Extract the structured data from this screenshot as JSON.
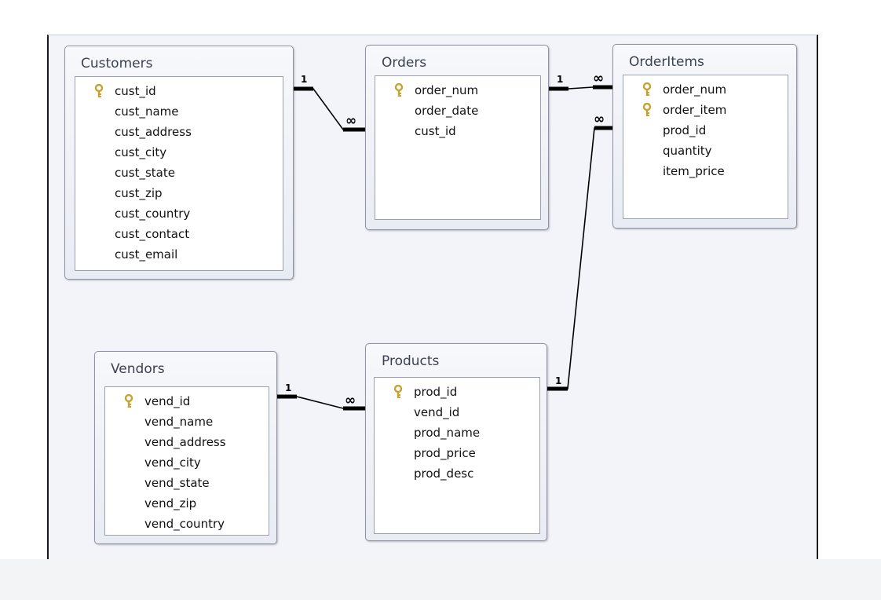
{
  "tables": {
    "customers": {
      "title": "Customers",
      "fields": [
        {
          "name": "cust_id",
          "key": true
        },
        {
          "name": "cust_name",
          "key": false
        },
        {
          "name": "cust_address",
          "key": false
        },
        {
          "name": "cust_city",
          "key": false
        },
        {
          "name": "cust_state",
          "key": false
        },
        {
          "name": "cust_zip",
          "key": false
        },
        {
          "name": "cust_country",
          "key": false
        },
        {
          "name": "cust_contact",
          "key": false
        },
        {
          "name": "cust_email",
          "key": false
        }
      ]
    },
    "orders": {
      "title": "Orders",
      "fields": [
        {
          "name": "order_num",
          "key": true
        },
        {
          "name": "order_date",
          "key": false
        },
        {
          "name": "cust_id",
          "key": false
        }
      ]
    },
    "orderitems": {
      "title": "OrderItems",
      "fields": [
        {
          "name": "order_num",
          "key": true
        },
        {
          "name": "order_item",
          "key": true
        },
        {
          "name": "prod_id",
          "key": false
        },
        {
          "name": "quantity",
          "key": false
        },
        {
          "name": "item_price",
          "key": false
        }
      ]
    },
    "vendors": {
      "title": "Vendors",
      "fields": [
        {
          "name": "vend_id",
          "key": true
        },
        {
          "name": "vend_name",
          "key": false
        },
        {
          "name": "vend_address",
          "key": false
        },
        {
          "name": "vend_city",
          "key": false
        },
        {
          "name": "vend_state",
          "key": false
        },
        {
          "name": "vend_zip",
          "key": false
        },
        {
          "name": "vend_country",
          "key": false
        }
      ]
    },
    "products": {
      "title": "Products",
      "fields": [
        {
          "name": "prod_id",
          "key": true
        },
        {
          "name": "vend_id",
          "key": false
        },
        {
          "name": "prod_name",
          "key": false
        },
        {
          "name": "prod_price",
          "key": false
        },
        {
          "name": "prod_desc",
          "key": false
        }
      ]
    }
  },
  "relationships": [
    {
      "id": "customers-orders",
      "from": "customers",
      "to": "orders",
      "from_card": "1",
      "to_card": "∞"
    },
    {
      "id": "orders-orderitems",
      "from": "orders",
      "to": "orderitems",
      "from_card": "1",
      "to_card": "∞"
    },
    {
      "id": "products-orderitems",
      "from": "products",
      "to": "orderitems",
      "from_card": "1",
      "to_card": "∞"
    },
    {
      "id": "vendors-products",
      "from": "vendors",
      "to": "products",
      "from_card": "1",
      "to_card": "∞"
    }
  ],
  "colors": {
    "canvas": "#f2f4f9",
    "key": "#c8a230",
    "line": "#000000"
  }
}
